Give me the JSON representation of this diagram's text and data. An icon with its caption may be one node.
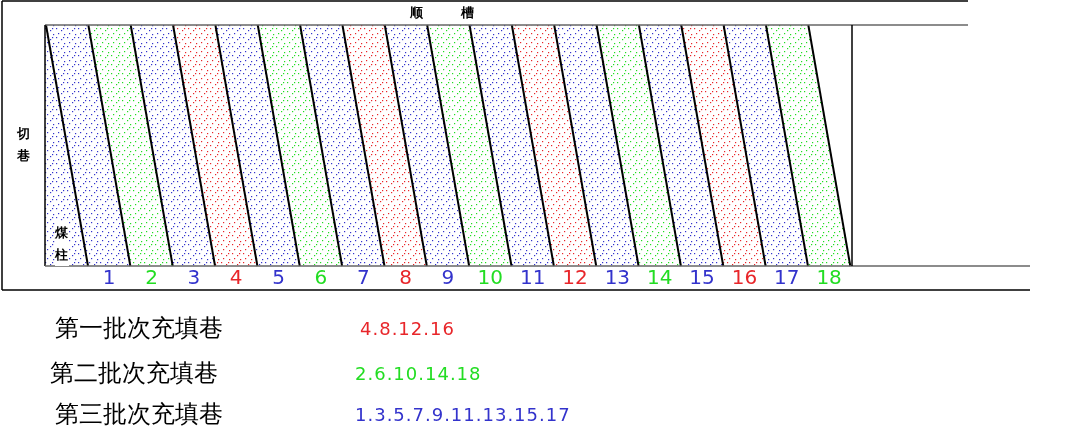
{
  "diagram": {
    "labels": [
      "顺槽",
      "切巷",
      "煤柱",
      "1",
      "2",
      "3",
      "4",
      "5",
      "6",
      "7",
      "8",
      "9",
      "10",
      "11",
      "12",
      "13",
      "14",
      "15",
      "16",
      "17",
      "18",
      "第一批次充填巷",
      "4.8.12.16",
      "第二批次充填巷",
      "2.6.10.14.18",
      "第三批次充填巷",
      "1.3.5.7.9.11.13.15.17"
    ]
  }
}
